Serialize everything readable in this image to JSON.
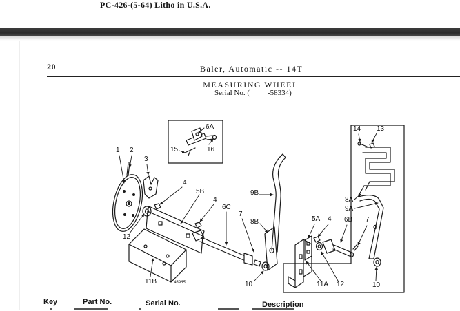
{
  "previous_page": {
    "footer_text": "PC-426-(5-64)  Litho in U.S.A."
  },
  "page": {
    "number": "20",
    "book_title": "Baler, Automatic -- 14T",
    "section_title": "MEASURING WHEEL",
    "serial_prefix": "Serial No. (",
    "serial_value": "-58334)"
  },
  "diagram": {
    "figure_number": "46965",
    "callouts": {
      "c1": "1",
      "c2": "2",
      "c3": "3",
      "c4a": "4",
      "c5b": "5B",
      "c4b": "4",
      "c6c": "6C",
      "c7a": "7",
      "c12a": "12",
      "c11b": "11B",
      "c9b": "9B",
      "c8b": "8B",
      "c10a": "10",
      "c5a": "5A",
      "c4c": "4",
      "c11a": "11A",
      "c12b": "12",
      "c6b": "6B",
      "c7b": "7",
      "c10b": "10",
      "c8a": "8A",
      "c9a": "9A",
      "c14": "14",
      "c13": "13",
      "c6a": "6A",
      "c15": "15",
      "c16": "16"
    }
  },
  "parts_table": {
    "headers": [
      "Key",
      "Part No.",
      "Serial No.",
      "Description"
    ]
  }
}
